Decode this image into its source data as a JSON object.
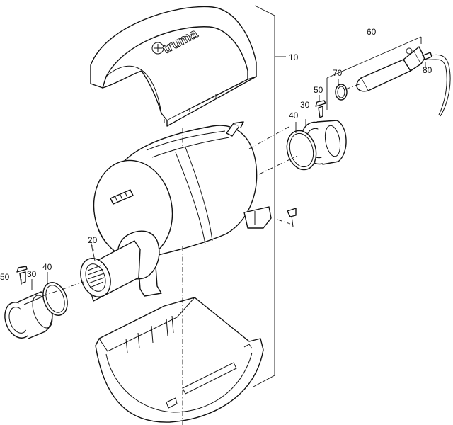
{
  "brand_logo_text": "truma",
  "callouts": [
    {
      "id": "c10",
      "text": "10"
    },
    {
      "id": "c20",
      "text": "20"
    },
    {
      "id": "c30a",
      "text": "30"
    },
    {
      "id": "c30b",
      "text": "30"
    },
    {
      "id": "c40a",
      "text": "40"
    },
    {
      "id": "c40b",
      "text": "40"
    },
    {
      "id": "c50a",
      "text": "50"
    },
    {
      "id": "c50b",
      "text": "50"
    },
    {
      "id": "c60",
      "text": "60"
    },
    {
      "id": "c70",
      "text": "70"
    },
    {
      "id": "c80",
      "text": "80"
    }
  ]
}
